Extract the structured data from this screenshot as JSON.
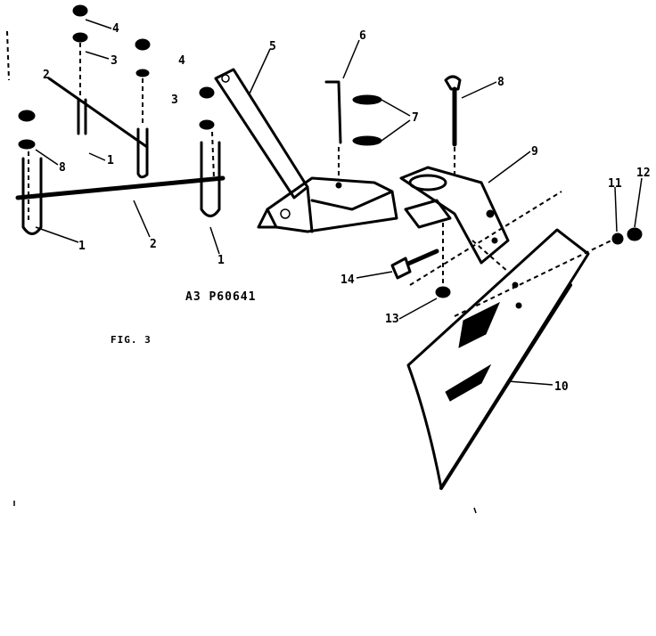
{
  "figure": {
    "code": "A3   P60641",
    "caption": "FIG. 3"
  },
  "callouts": [
    {
      "id": "c4a",
      "text": "4"
    },
    {
      "id": "c3a",
      "text": "3"
    },
    {
      "id": "c2a",
      "text": "2"
    },
    {
      "id": "c1a",
      "text": "1"
    },
    {
      "id": "c8",
      "text": "8"
    },
    {
      "id": "c2b",
      "text": "2"
    },
    {
      "id": "c1b",
      "text": "1"
    },
    {
      "id": "c4b",
      "text": "4"
    },
    {
      "id": "c3b",
      "text": "3"
    },
    {
      "id": "c1c",
      "text": "1"
    },
    {
      "id": "c5",
      "text": "5"
    },
    {
      "id": "c6",
      "text": "6"
    },
    {
      "id": "c7",
      "text": "7"
    },
    {
      "id": "c8b",
      "text": "8"
    },
    {
      "id": "c9",
      "text": "9"
    },
    {
      "id": "c11",
      "text": "11"
    },
    {
      "id": "c12",
      "text": "12"
    },
    {
      "id": "c14",
      "text": "14"
    },
    {
      "id": "c13",
      "text": "13"
    },
    {
      "id": "c10",
      "text": "10"
    }
  ]
}
